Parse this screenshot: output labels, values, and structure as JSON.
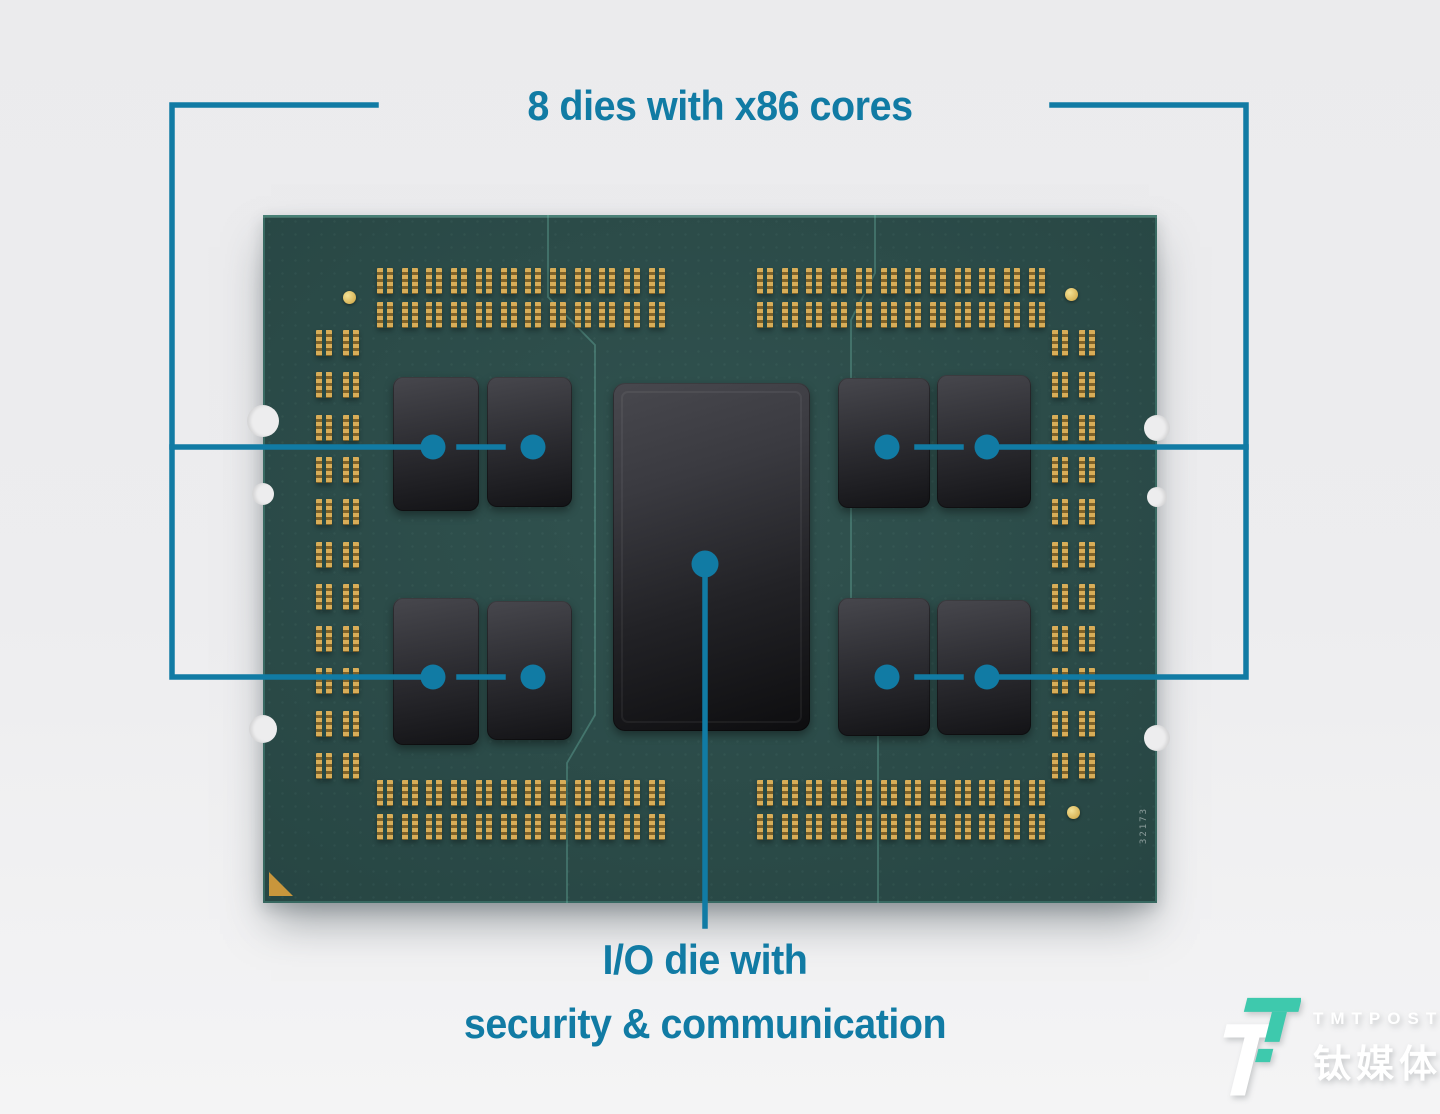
{
  "diagram": {
    "title": "8 dies with x86 cores",
    "io_label_line1": "I/O die with",
    "io_label_line2": "security & communication",
    "x86_die_count": 8,
    "io_die_count": 1
  },
  "chip": {
    "serial": "32173"
  },
  "watermark": {
    "brand": "TMTPOST",
    "brand_cn": "钛媒体"
  },
  "colors": {
    "accent": "#117ba4",
    "pcb": "#264946",
    "pcb_edge": "#4a9688",
    "gold": "#d8ad58",
    "gold_dark": "#7e6128",
    "logo_teal": "#3ec9ad",
    "background_top": "#ebebed",
    "background_bottom": "#f4f4f5"
  }
}
